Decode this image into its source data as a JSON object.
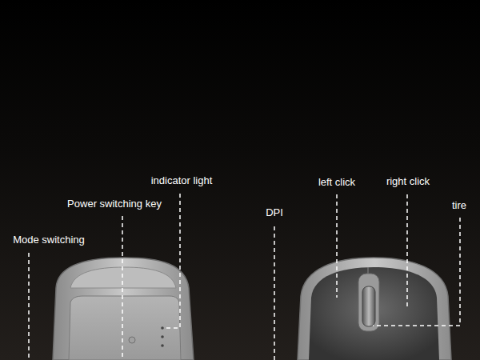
{
  "diagram": {
    "labels": [
      "indicator light",
      "Power switching key",
      "Mode switching",
      "DPI",
      "left click",
      "right click",
      "tire"
    ]
  }
}
